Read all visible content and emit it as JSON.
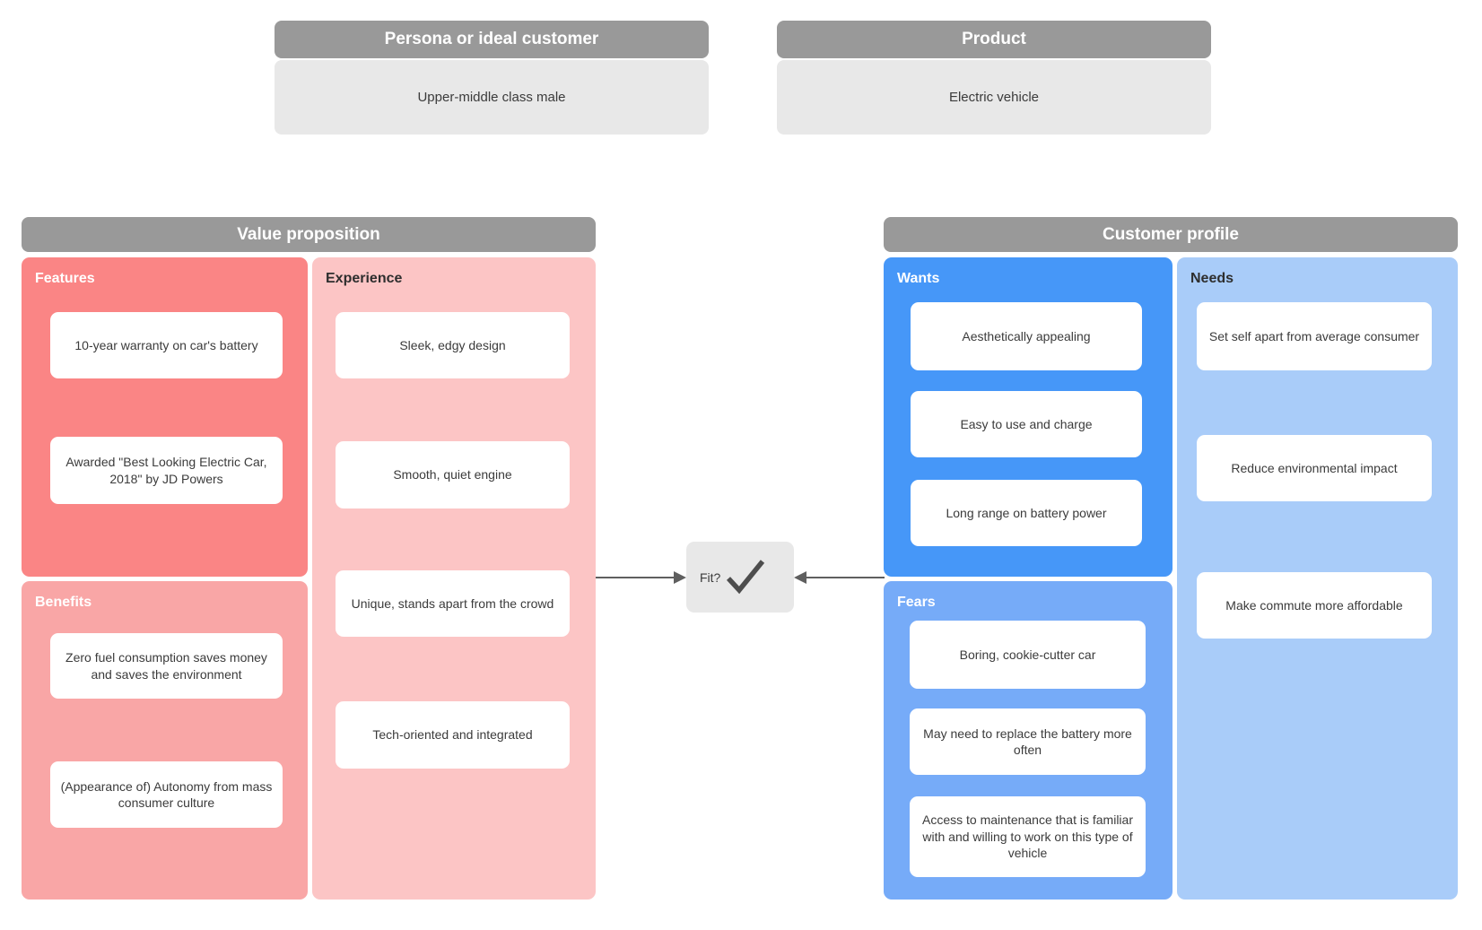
{
  "colors": {
    "section_header_bg": "#999999",
    "section_header_text": "#ffffff",
    "top_value_bg": "#e8e8e8",
    "features_bg": "#fa8585",
    "benefits_bg": "#f9a6a6",
    "experience_bg": "#fcc5c5",
    "wants_bg": "#4697f8",
    "fears_bg": "#76abf8",
    "needs_bg": "#a9ccf9",
    "note_bg": "#ffffff",
    "note_text": "#3b3b3b",
    "label_light": "#ffffff",
    "label_dark": "#2e2e2e",
    "fit_bg": "#e8e8e8",
    "arrow": "#5f5f5f",
    "check": "#4d4d4d"
  },
  "top_cards": [
    {
      "title": "Persona or ideal customer",
      "value": "Upper-middle class male"
    },
    {
      "title": "Product",
      "value": "Electric vehicle"
    }
  ],
  "value_proposition": {
    "title": "Value proposition",
    "panels": {
      "features": {
        "label": "Features",
        "items": [
          "10-year warranty on car's battery",
          "Awarded \"Best Looking Electric Car, 2018\" by JD Powers"
        ]
      },
      "benefits": {
        "label": "Benefits",
        "items": [
          "Zero fuel consumption saves money and saves the environment",
          "(Appearance of) Autonomy from mass consumer culture"
        ]
      },
      "experience": {
        "label": "Experience",
        "items": [
          "Sleek, edgy design",
          "Smooth, quiet engine",
          "Unique, stands apart from the crowd",
          "Tech-oriented and integrated"
        ]
      }
    }
  },
  "customer_profile": {
    "title": "Customer profile",
    "panels": {
      "wants": {
        "label": "Wants",
        "items": [
          "Aesthetically appealing",
          "Easy to use and charge",
          "Long range on battery power"
        ]
      },
      "fears": {
        "label": "Fears",
        "items": [
          "Boring, cookie-cutter car",
          "May need to replace the battery more often",
          "Access to maintenance that is familiar with and willing to work on this type of vehicle"
        ]
      },
      "needs": {
        "label": "Needs",
        "items": [
          "Set self apart from average consumer",
          "Reduce environmental impact",
          "Make commute more affordable"
        ]
      }
    }
  },
  "fit": {
    "label": "Fit?",
    "icon": "checkmark-icon"
  }
}
